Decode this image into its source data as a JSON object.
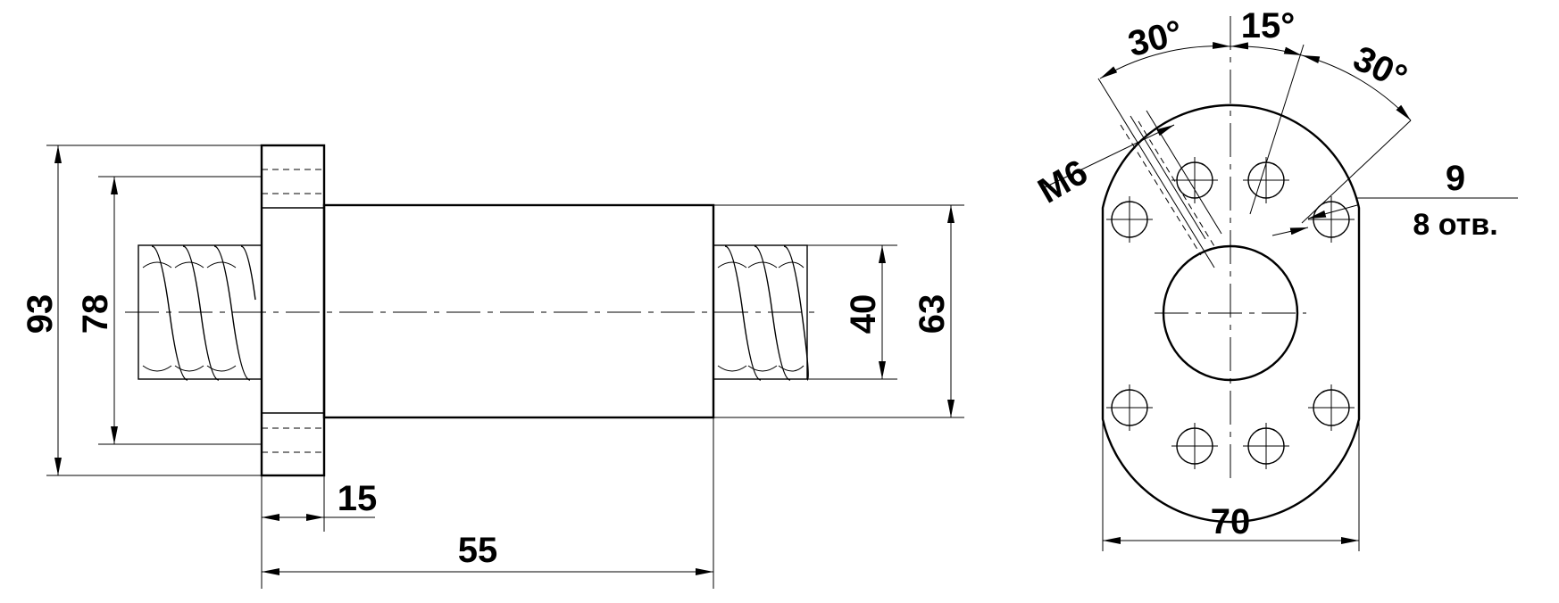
{
  "side_view": {
    "dim_overall_flange": "93",
    "dim_bolt_circle": "78",
    "dim_thread_dia": "40",
    "dim_body_dia": "63",
    "dim_flange_thickness": "15",
    "dim_length": "55"
  },
  "front_view": {
    "angle_left": "30°",
    "angle_center": "15°",
    "angle_right": "30°",
    "thread_label": "M6",
    "hole_dia": "9",
    "hole_count": "8 отв.",
    "dim_width": "70"
  }
}
